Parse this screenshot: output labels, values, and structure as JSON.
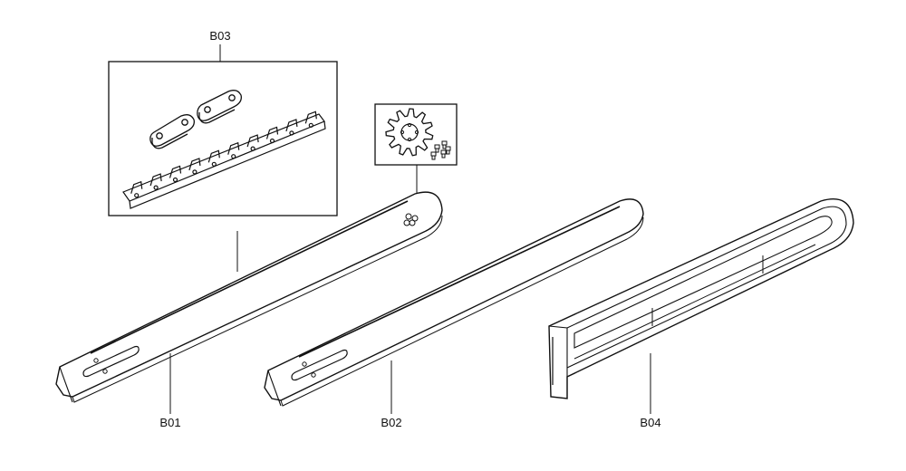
{
  "labels": {
    "b01": "B01",
    "b02": "B02",
    "b03": "B03",
    "b04": "B04"
  },
  "colors": {
    "line": "#111111",
    "background": "#ffffff",
    "bar_stripe": "#222222"
  }
}
